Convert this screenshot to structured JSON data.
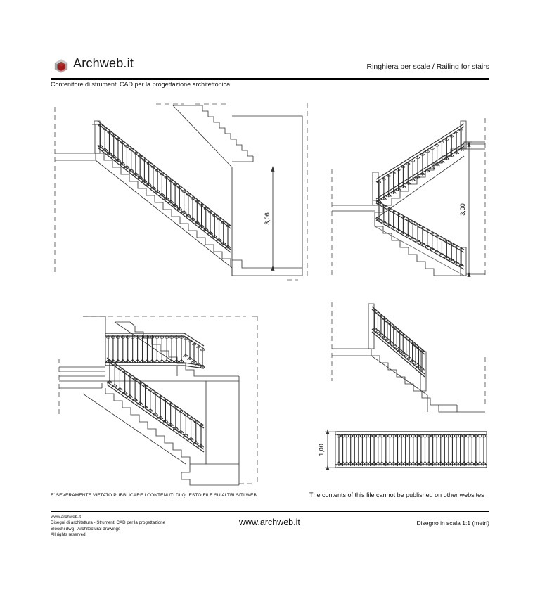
{
  "page": {
    "background": "#ffffff",
    "line_color": "#333333",
    "accent_red": "#9e1b1b",
    "logo_gray": "#9a9a9a"
  },
  "header": {
    "brand": "Archweb.it",
    "logo_icon": "hexagon-logo-icon",
    "title": "Ringhiera per scale  /  Railing for stairs",
    "subtitle": "Contenitore di strumenti CAD per la progettazione architettonica"
  },
  "drawings": [
    {
      "id": "stair-section-single-flight",
      "name": "Sezione scala rampa unica con ringhiera",
      "dimension_label": "3,06",
      "dimension_unit": "m",
      "steps": 16,
      "balusters": 30,
      "position": "top-left"
    },
    {
      "id": "stair-section-double-flight",
      "name": "Sezione scala a due rampe con ringhiera",
      "dimension_label": "3,00",
      "dimension_unit": "m",
      "steps": 10,
      "balusters": 18,
      "position": "top-right"
    },
    {
      "id": "stair-section-landing-flights",
      "name": "Sezione scala con pianerottolo e ringhiera",
      "dimension_label": "",
      "dimension_unit": "m",
      "steps": 12,
      "balusters": 22,
      "position": "bottom-left"
    },
    {
      "id": "stair-section-short-flight",
      "name": "Sezione rampa corta con ringhiera",
      "dimension_label": "",
      "dimension_unit": "m",
      "steps": 9,
      "balusters": 16,
      "position": "middle-right"
    },
    {
      "id": "railing-elevation-flat",
      "name": "Prospetto ringhiera orizzontale",
      "dimension_label": "1,00",
      "dimension_unit": "m",
      "steps": 0,
      "balusters": 38,
      "position": "bottom-right"
    }
  ],
  "footer": {
    "warning_it": "E' SEVERAMENTE VIETATO PUBBLICARE I CONTENUTI DI QUESTO FILE SU ALTRI SITI WEB",
    "warning_en": "The contents of this file cannot be published on other websites",
    "credits": [
      "www.archweb.it",
      "Disegni di architettura - Strumenti CAD  per la progettazione",
      "Blocchi dwg - Architectural drawings",
      "All rights reserved"
    ],
    "site": "www.archweb.it",
    "scale": "Disegno in scala 1:1 (metri)"
  }
}
